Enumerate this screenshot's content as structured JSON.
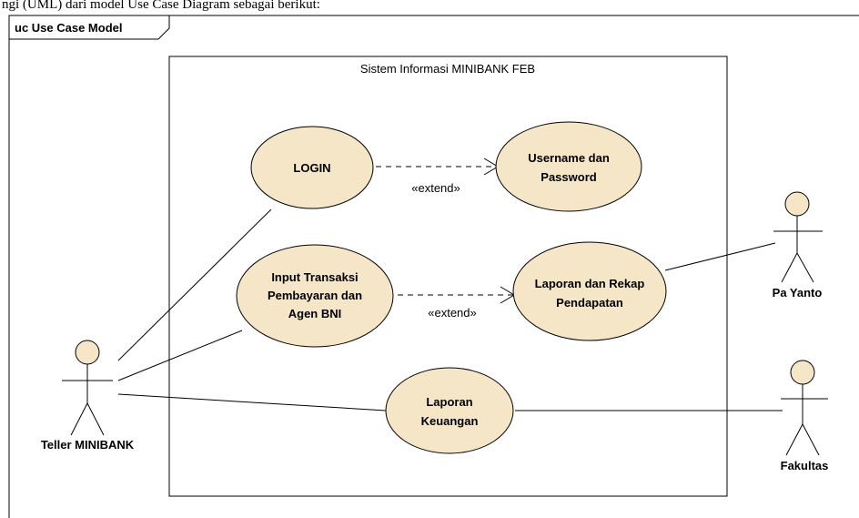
{
  "caption": "ngi (UML) dari model Use Case Diagram sebagai berikut:",
  "frame": {
    "title": "uc Use Case Model"
  },
  "boundary": {
    "title": "Sistem Informasi MINIBANK FEB"
  },
  "colors": {
    "usecase_fill": "#f5e6c8",
    "line": "#000000",
    "background": "#ffffff"
  },
  "usecases": {
    "login": {
      "lines": [
        "LOGIN"
      ]
    },
    "username": {
      "lines": [
        "Username dan",
        "Password"
      ]
    },
    "input": {
      "lines": [
        "Input Transaksi",
        "Pembayaran dan",
        "Agen BNI"
      ]
    },
    "laporan_rekap": {
      "lines": [
        "Laporan dan Rekap",
        "Pendapatan"
      ]
    },
    "laporan_keuangan": {
      "lines": [
        "Laporan",
        "Keuangan"
      ]
    }
  },
  "actors": {
    "teller": {
      "label": "Teller MINIBANK"
    },
    "payanto": {
      "label": "Pa Yanto"
    },
    "fakultas": {
      "label": "Fakultas"
    }
  },
  "relations": {
    "extend1": {
      "label": "«extend»"
    },
    "extend2": {
      "label": "«extend»"
    }
  }
}
